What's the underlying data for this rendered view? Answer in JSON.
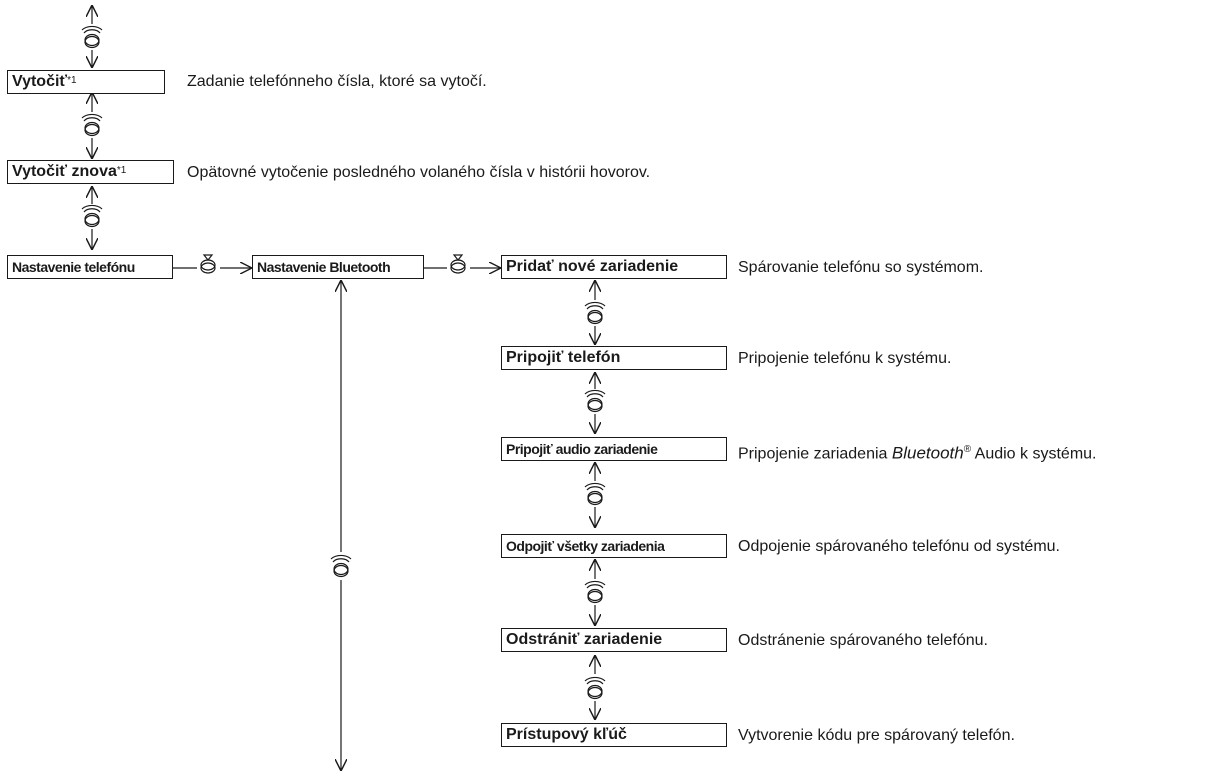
{
  "menu": {
    "dial": {
      "label": "Vytočiť",
      "note": "*1",
      "description": "Zadanie telefónneho čísla, ktoré sa vytočí."
    },
    "redial": {
      "label": "Vytočiť znova",
      "note": "*1",
      "description": "Opätovné vytočenie posledného volaného čísla v histórii hovorov."
    },
    "phone_setup": {
      "label": "Nastavenie telefónu"
    },
    "bluetooth_setup": {
      "label": "Nastavenie Bluetooth"
    }
  },
  "bluetooth_items": [
    {
      "label": "Pridať nové zariadenie",
      "description": "Spárovanie telefónu so systémom."
    },
    {
      "label": "Pripojiť telefón",
      "description": "Pripojenie telefónu k systému."
    },
    {
      "label": "Pripojiť audio zariadenie",
      "description_pre": "Pripojenie zariadenia ",
      "description_brand": "Bluetooth",
      "description_mark": "®",
      "description_post": " Audio k systému."
    },
    {
      "label": "Odpojiť všetky zariadenia",
      "description": "Odpojenie spárovaného telefónu od systému."
    },
    {
      "label": "Odstrániť zariadenie",
      "description": "Odstránenie spárovaného telefónu."
    },
    {
      "label": "Prístupový kľúč",
      "description": "Vytvorenie kódu pre spárovaný telefón."
    }
  ],
  "icons": {
    "rotate": "interface-dial-rotate-icon",
    "press": "interface-dial-press-icon"
  }
}
